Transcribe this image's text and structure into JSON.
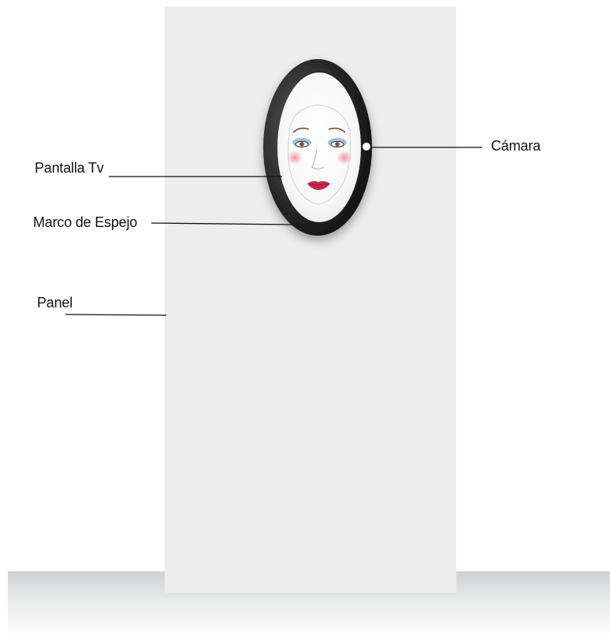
{
  "labels": {
    "camera": "Cámara",
    "screen": "Pantalla Tv",
    "frame": "Marco de Espejo",
    "panel": "Panel"
  },
  "colors": {
    "panel": "#ededed",
    "frame": "#1f1f1f",
    "camera": "#ffffff",
    "lips": "#c8254a",
    "blush": "#f08a95",
    "eyeshadow": "#7fb0d8"
  }
}
